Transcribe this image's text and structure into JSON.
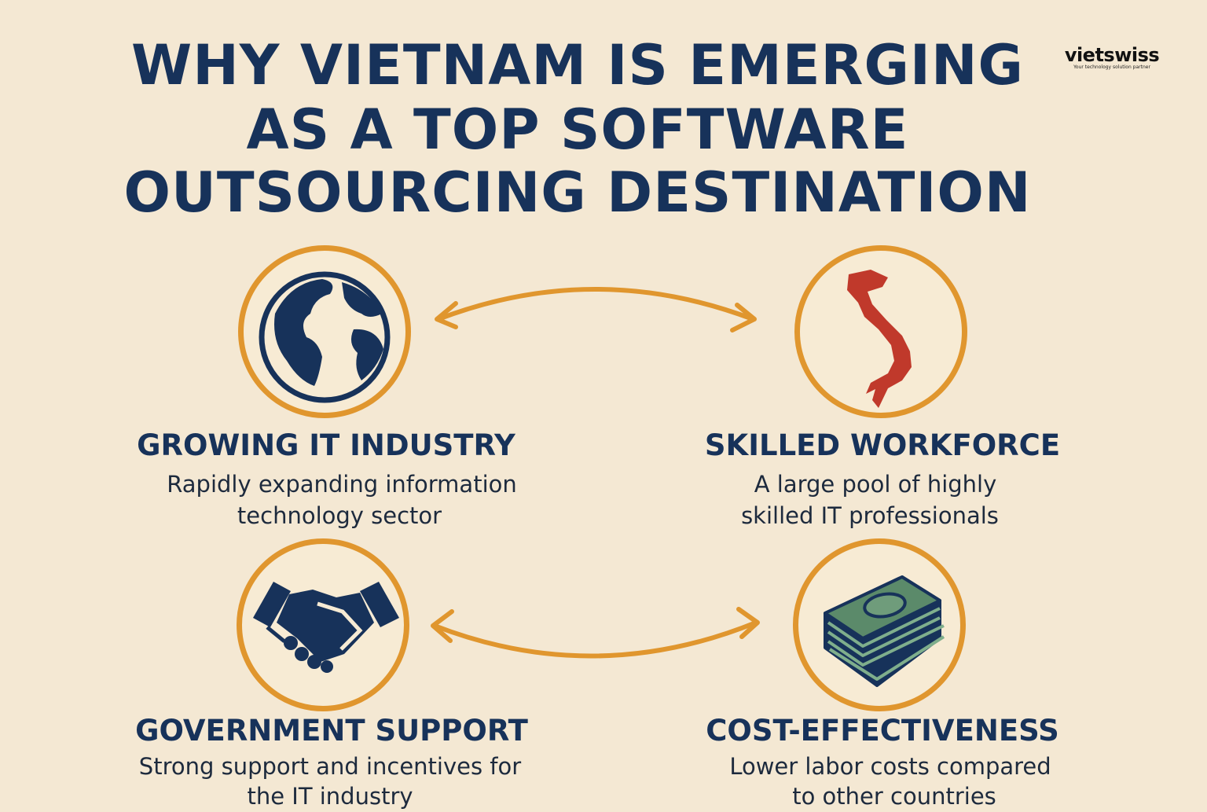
{
  "title": {
    "line1": "WHY VIETNAM IS EMERGING",
    "line2": "AS A TOP SOFTWARE",
    "line3": "OUTSOURCING DESTINATION"
  },
  "logo": {
    "name": "vietswiss",
    "tagline": "Your technology solution partner"
  },
  "colors": {
    "navy": "#17325a",
    "orange": "#e0962e",
    "background": "#f4e8d3",
    "map_red": "#c0392b",
    "money_green": "#5b8a6a"
  },
  "items": [
    {
      "icon": "globe-icon",
      "heading": "GROWING IT INDUSTRY",
      "desc1": "Rapidly expanding information",
      "desc2": "technology sector"
    },
    {
      "icon": "vietnam-map-icon",
      "heading": "SKILLED WORKFORCE",
      "desc1": "A large pool of highly",
      "desc2": "skilled IT professionals"
    },
    {
      "icon": "handshake-icon",
      "heading": "GOVERNMENT SUPPORT",
      "desc1": "Strong support and incentives for",
      "desc2": "the IT industry"
    },
    {
      "icon": "money-stack-icon",
      "heading": "COST-EFFECTIVENESS",
      "desc1": "Lower labor costs compared",
      "desc2": "to other countries"
    }
  ]
}
